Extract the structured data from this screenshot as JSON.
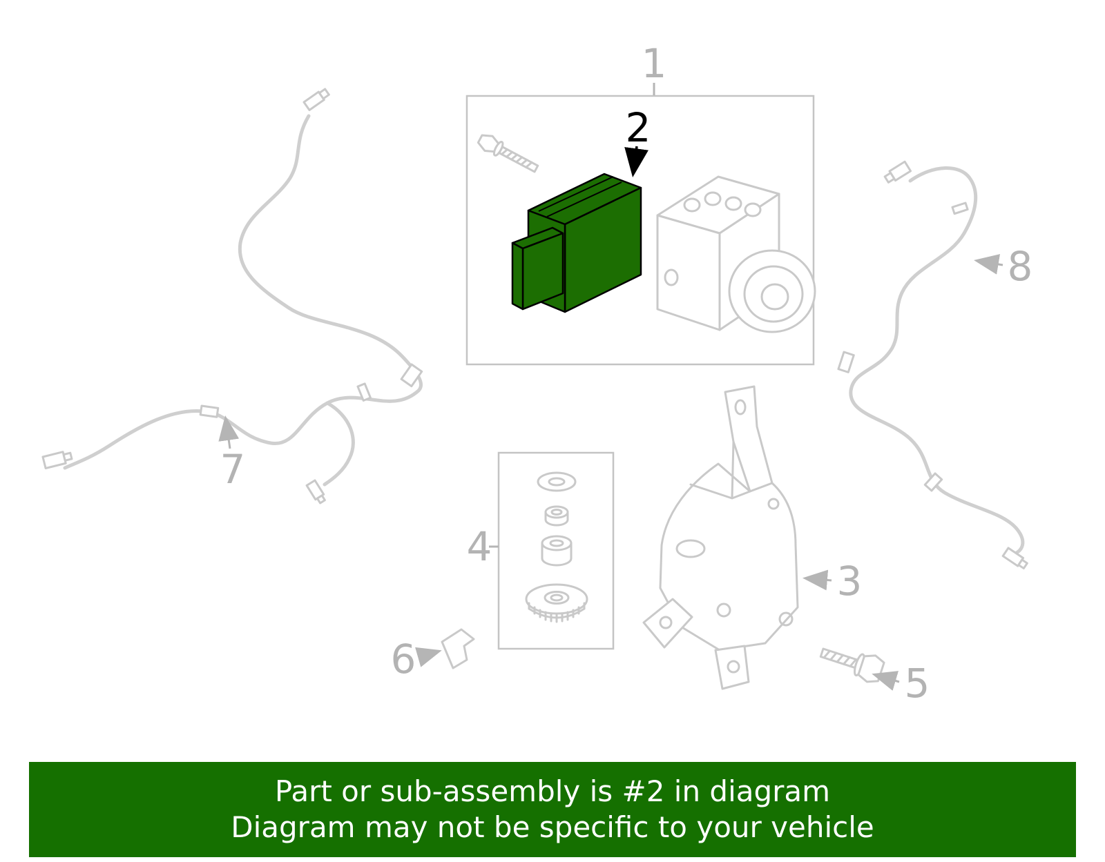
{
  "callouts": {
    "p1": "1",
    "p2": "2",
    "p3": "3",
    "p4": "4",
    "p5": "5",
    "p6": "6",
    "p7": "7",
    "p8": "8"
  },
  "banner": {
    "line1": "Part or sub-assembly is #2 in diagram",
    "line2": "Diagram may not be specific to your vehicle"
  },
  "colors": {
    "diagram_line": "#c9c9c9",
    "highlight_fill": "#1c6e02",
    "highlight_stroke": "#000000",
    "banner_bg": "#157000",
    "banner_text": "#ffffff",
    "callout_gray": "#b3b3b3",
    "callout_black": "#000000"
  }
}
